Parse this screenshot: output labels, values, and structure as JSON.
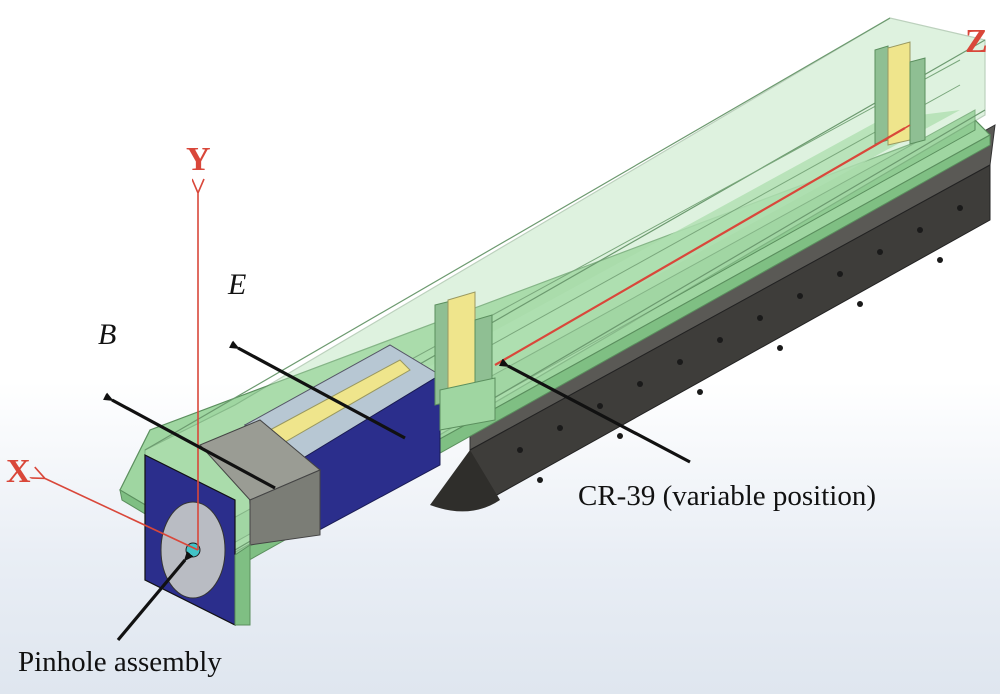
{
  "axes": {
    "x": "X",
    "y": "Y",
    "z": "Z"
  },
  "fields": {
    "b": "B",
    "e": "E"
  },
  "callouts": {
    "cr39": "CR-39 (variable position)",
    "pinhole": "Pinhole assembly"
  },
  "colors": {
    "axis": "#d9473a",
    "green": "#9fd6a1",
    "green_dark": "#7fbf83",
    "blue": "#2b2e8c",
    "yellow": "#efe58c",
    "rail": "#4b4a47",
    "arrow": "#111111"
  }
}
